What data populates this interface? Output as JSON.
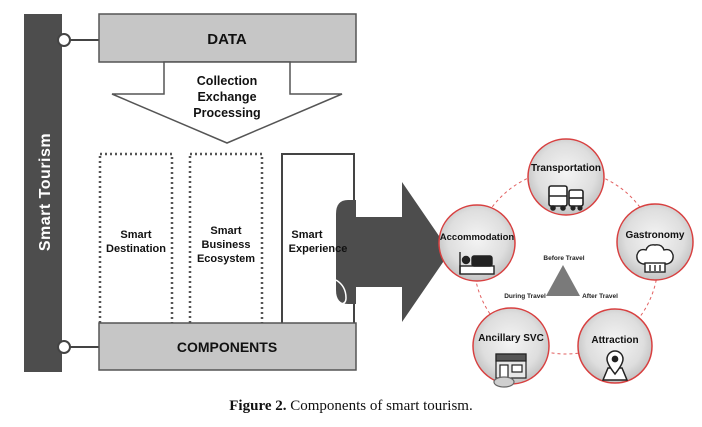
{
  "sidebar": {
    "label": "Smart Tourism"
  },
  "data_box": {
    "label": "DATA"
  },
  "arrow": {
    "lines": [
      "Collection",
      "Exchange",
      "Processing"
    ]
  },
  "columns": [
    {
      "lines": [
        "Smart",
        "Destination"
      ]
    },
    {
      "lines": [
        "Smart",
        "Business",
        "Ecosystem"
      ]
    },
    {
      "lines": [
        "Smart",
        "Experience"
      ]
    }
  ],
  "components_box": {
    "label": "COMPONENTS"
  },
  "cycle": {
    "nodes": [
      {
        "label": "Transportation",
        "icon": "bus-icon"
      },
      {
        "label": "Gastronomy",
        "icon": "chef-hat-icon"
      },
      {
        "label": "Attraction",
        "icon": "map-pin-icon"
      },
      {
        "label": "Ancillary SVC",
        "icon": "convenience-store-icon"
      },
      {
        "label": "Accommodation",
        "icon": "bed-icon"
      }
    ],
    "center": {
      "before": "Before Travel",
      "during": "During Travel",
      "after": "After Travel"
    }
  },
  "caption": {
    "prefix": "Figure 2.",
    "text": "Components of smart tourism."
  },
  "colors": {
    "box_fill": "#c6c6c6",
    "dark": "#4d4d4d",
    "circle_border": "#d84040",
    "dashed_ring": "#e26060"
  }
}
